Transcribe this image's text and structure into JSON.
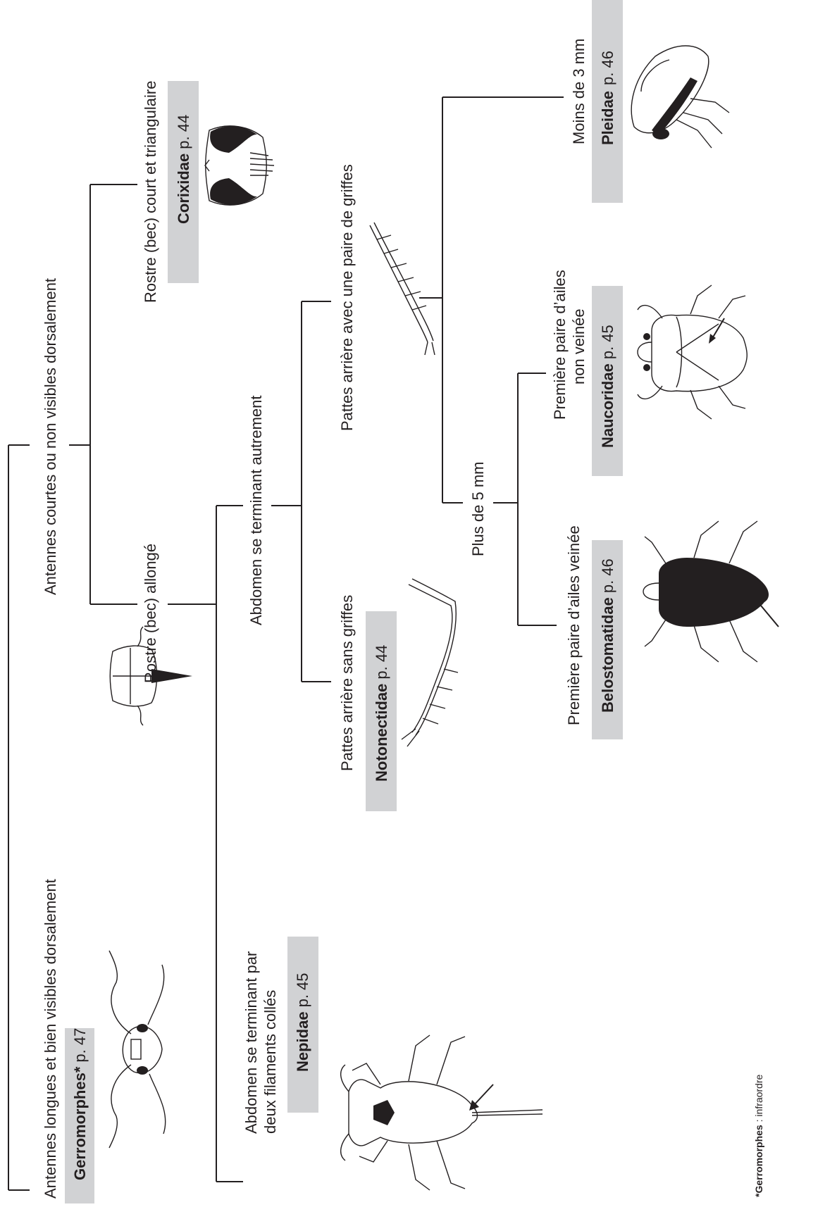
{
  "tree": {
    "antennae_long": "Antennes longues et bien visibles dorsalement",
    "antennae_short": "Antennes courtes ou non visibles dorsalement",
    "rostrum_short": "Rostre (bec) court et triangulaire",
    "rostrum_long": "Rostre (bec) allongé",
    "abdomen_filaments_1": "Abdomen se terminant par",
    "abdomen_filaments_2": "deux filaments collés",
    "abdomen_other": "Abdomen se terminant autrement",
    "hindleg_no_claws": "Pattes arrière sans griffes",
    "hindleg_claws": "Pattes arrière avec une paire de griffes",
    "size_large": "Plus de 5 mm",
    "size_small": "Moins de 3 mm",
    "wings_veined": "Première paire d’ailes veinée",
    "wings_unveined_1": "Première paire d’ailes",
    "wings_unveined_2": "non veinée"
  },
  "taxa": [
    {
      "name": "Gerromorphes*",
      "page": "p. 47"
    },
    {
      "name": "Corixidae",
      "page": "p. 44"
    },
    {
      "name": "Nepidae",
      "page": "p. 45"
    },
    {
      "name": "Notonectidae",
      "page": "p. 44"
    },
    {
      "name": "Belostomatidae",
      "page": "p. 46"
    },
    {
      "name": "Naucoridae",
      "page": "p. 45"
    },
    {
      "name": "Pleidae",
      "page": "p. 46"
    }
  ],
  "footnote": {
    "term": "*Gerromorphes",
    "definition": " : infraordre"
  },
  "icons": [
    "gerromorpha-head-icon",
    "corixidae-head-icon",
    "rostrum-long-head-icon",
    "nepidae-body-icon",
    "notonectidae-hindleg-icon",
    "clawed-hindleg-icon",
    "belostomatidae-body-icon",
    "naucoridae-body-icon",
    "pleidae-body-icon"
  ]
}
